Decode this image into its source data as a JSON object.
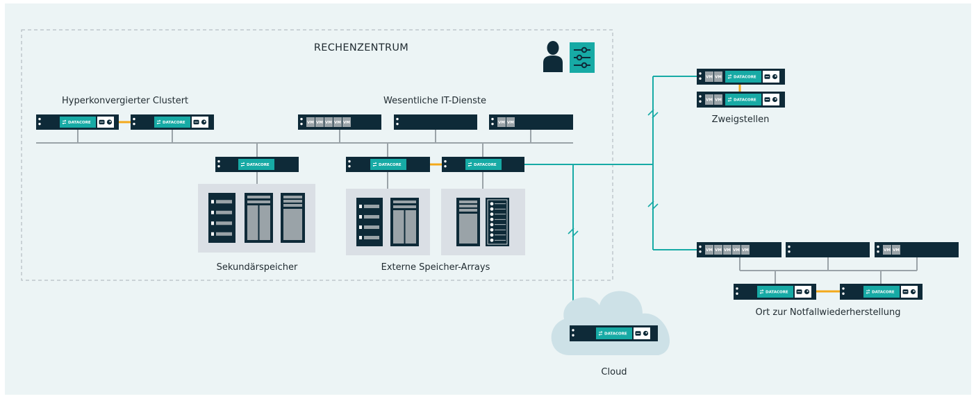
{
  "diagram": {
    "datacenter_title": "RECHENZENTRUM",
    "hci_cluster_label": "Hyperkonvergierter Clustert",
    "it_services_label": "Wesentliche IT-Dienste",
    "secondary_storage_label": "Sekundärspeicher",
    "external_arrays_label": "Externe Speicher-Arrays",
    "branch_offices_label": "Zweigstellen",
    "dr_site_label": "Ort zur Notfallwiederherstellung",
    "cloud_label": "Cloud",
    "brand_label": "DATACORE",
    "vm_label": "VM"
  },
  "colors": {
    "background": "#ecf4f5",
    "server_dark": "#0e2a38",
    "teal": "#17aaa5",
    "connector_orange": "#f3a91b",
    "gray_line": "#9aa3a8",
    "storage_panel": "#dadfe5",
    "cloud_fill": "#cde1e7"
  }
}
